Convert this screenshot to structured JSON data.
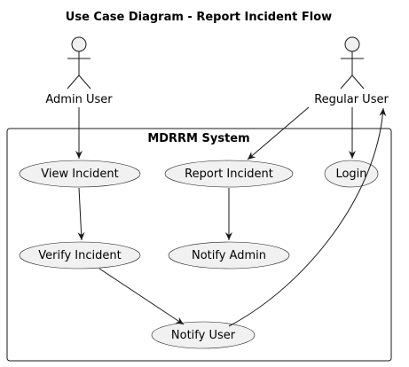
{
  "diagram": {
    "title": "Use Case Diagram - Report Incident Flow",
    "actors": {
      "admin": "Admin User",
      "regular": "Regular User"
    },
    "system": {
      "name": "MDRRM System"
    },
    "use_cases": {
      "view_incident": "View Incident",
      "report_incident": "Report Incident",
      "login": "Login",
      "verify_incident": "Verify Incident",
      "notify_admin": "Notify Admin",
      "notify_user": "Notify User"
    },
    "colors": {
      "fill": "#f1f1f1",
      "stroke": "#181818"
    }
  }
}
